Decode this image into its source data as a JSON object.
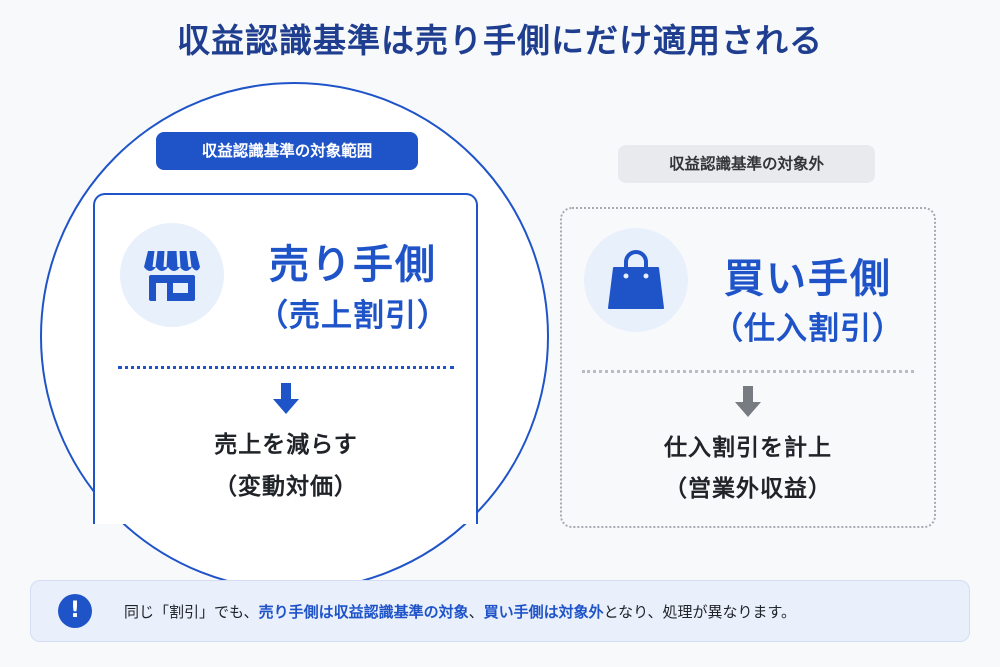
{
  "title": "収益認識基準は売り手側にだけ適用される",
  "left": {
    "badge": "収益認識基準の対象範囲",
    "heading": "売り手側",
    "subheading": "（売上割引）",
    "icon": "store-icon",
    "result_line1": "売上を減らす",
    "result_line2": "（変動対価）"
  },
  "right": {
    "badge": "収益認識基準の対象外",
    "heading": "買い手側",
    "subheading": "（仕入割引）",
    "icon": "shopping-bag-icon",
    "result_line1": "仕入割引を計上",
    "result_line2": "（営業外収益）"
  },
  "note": {
    "icon": "exclamation-icon",
    "part1": "同じ「割引」でも、",
    "part2": "売り手側は収益認識基準の対象",
    "part3": "、",
    "part4": "買い手側は対象外",
    "part5": "となり、処理が異なります。"
  },
  "colors": {
    "accent": "#1f54c9",
    "title": "#1f3e8f",
    "muted": "#777b82"
  }
}
